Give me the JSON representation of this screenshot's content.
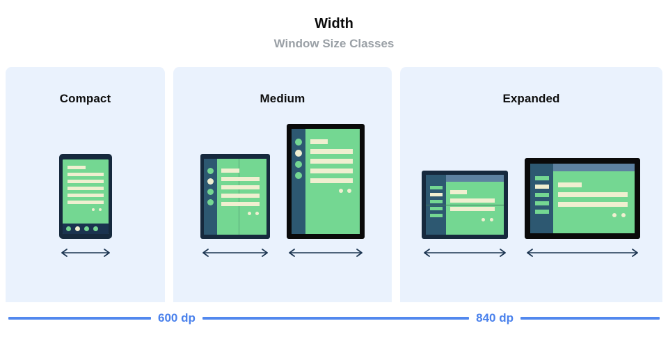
{
  "header": {
    "title": "Width",
    "subtitle": "Window Size Classes"
  },
  "panels": [
    {
      "key": "compact",
      "label": "Compact",
      "devices": [
        {
          "name": "phone",
          "orientation": "portrait",
          "chrome": "navy"
        }
      ]
    },
    {
      "key": "medium",
      "label": "Medium",
      "devices": [
        {
          "name": "foldable-unfolded",
          "orientation": "portrait",
          "chrome": "navy"
        },
        {
          "name": "tablet",
          "orientation": "portrait",
          "chrome": "black"
        }
      ]
    },
    {
      "key": "expanded",
      "label": "Expanded",
      "devices": [
        {
          "name": "foldable-unfolded",
          "orientation": "landscape",
          "chrome": "navy"
        },
        {
          "name": "tablet",
          "orientation": "landscape",
          "chrome": "black"
        }
      ]
    }
  ],
  "scale": {
    "breakpoints": [
      {
        "label": "600 dp",
        "value": 600,
        "unit": "dp"
      },
      {
        "label": "840 dp",
        "value": 840,
        "unit": "dp"
      }
    ]
  },
  "colors": {
    "panel_background": "#eaf2fd",
    "page_background": "#ffffff",
    "accent_blue": "#5288ee",
    "label_blue": "#4a81ec",
    "title_black": "#0d0d0d",
    "subtitle_gray": "#9aa0a6",
    "screen_green": "#74d792",
    "content_cream": "#f0efd0",
    "nav_rail_blue": "#2d5871",
    "top_bar_blue": "#5d81a0",
    "frame_navy": "#16293d",
    "frame_black": "#0a0a0a",
    "arrow_navy": "#1b3450"
  },
  "icons": {
    "width_arrow": "double-headed-horizontal-arrow"
  }
}
